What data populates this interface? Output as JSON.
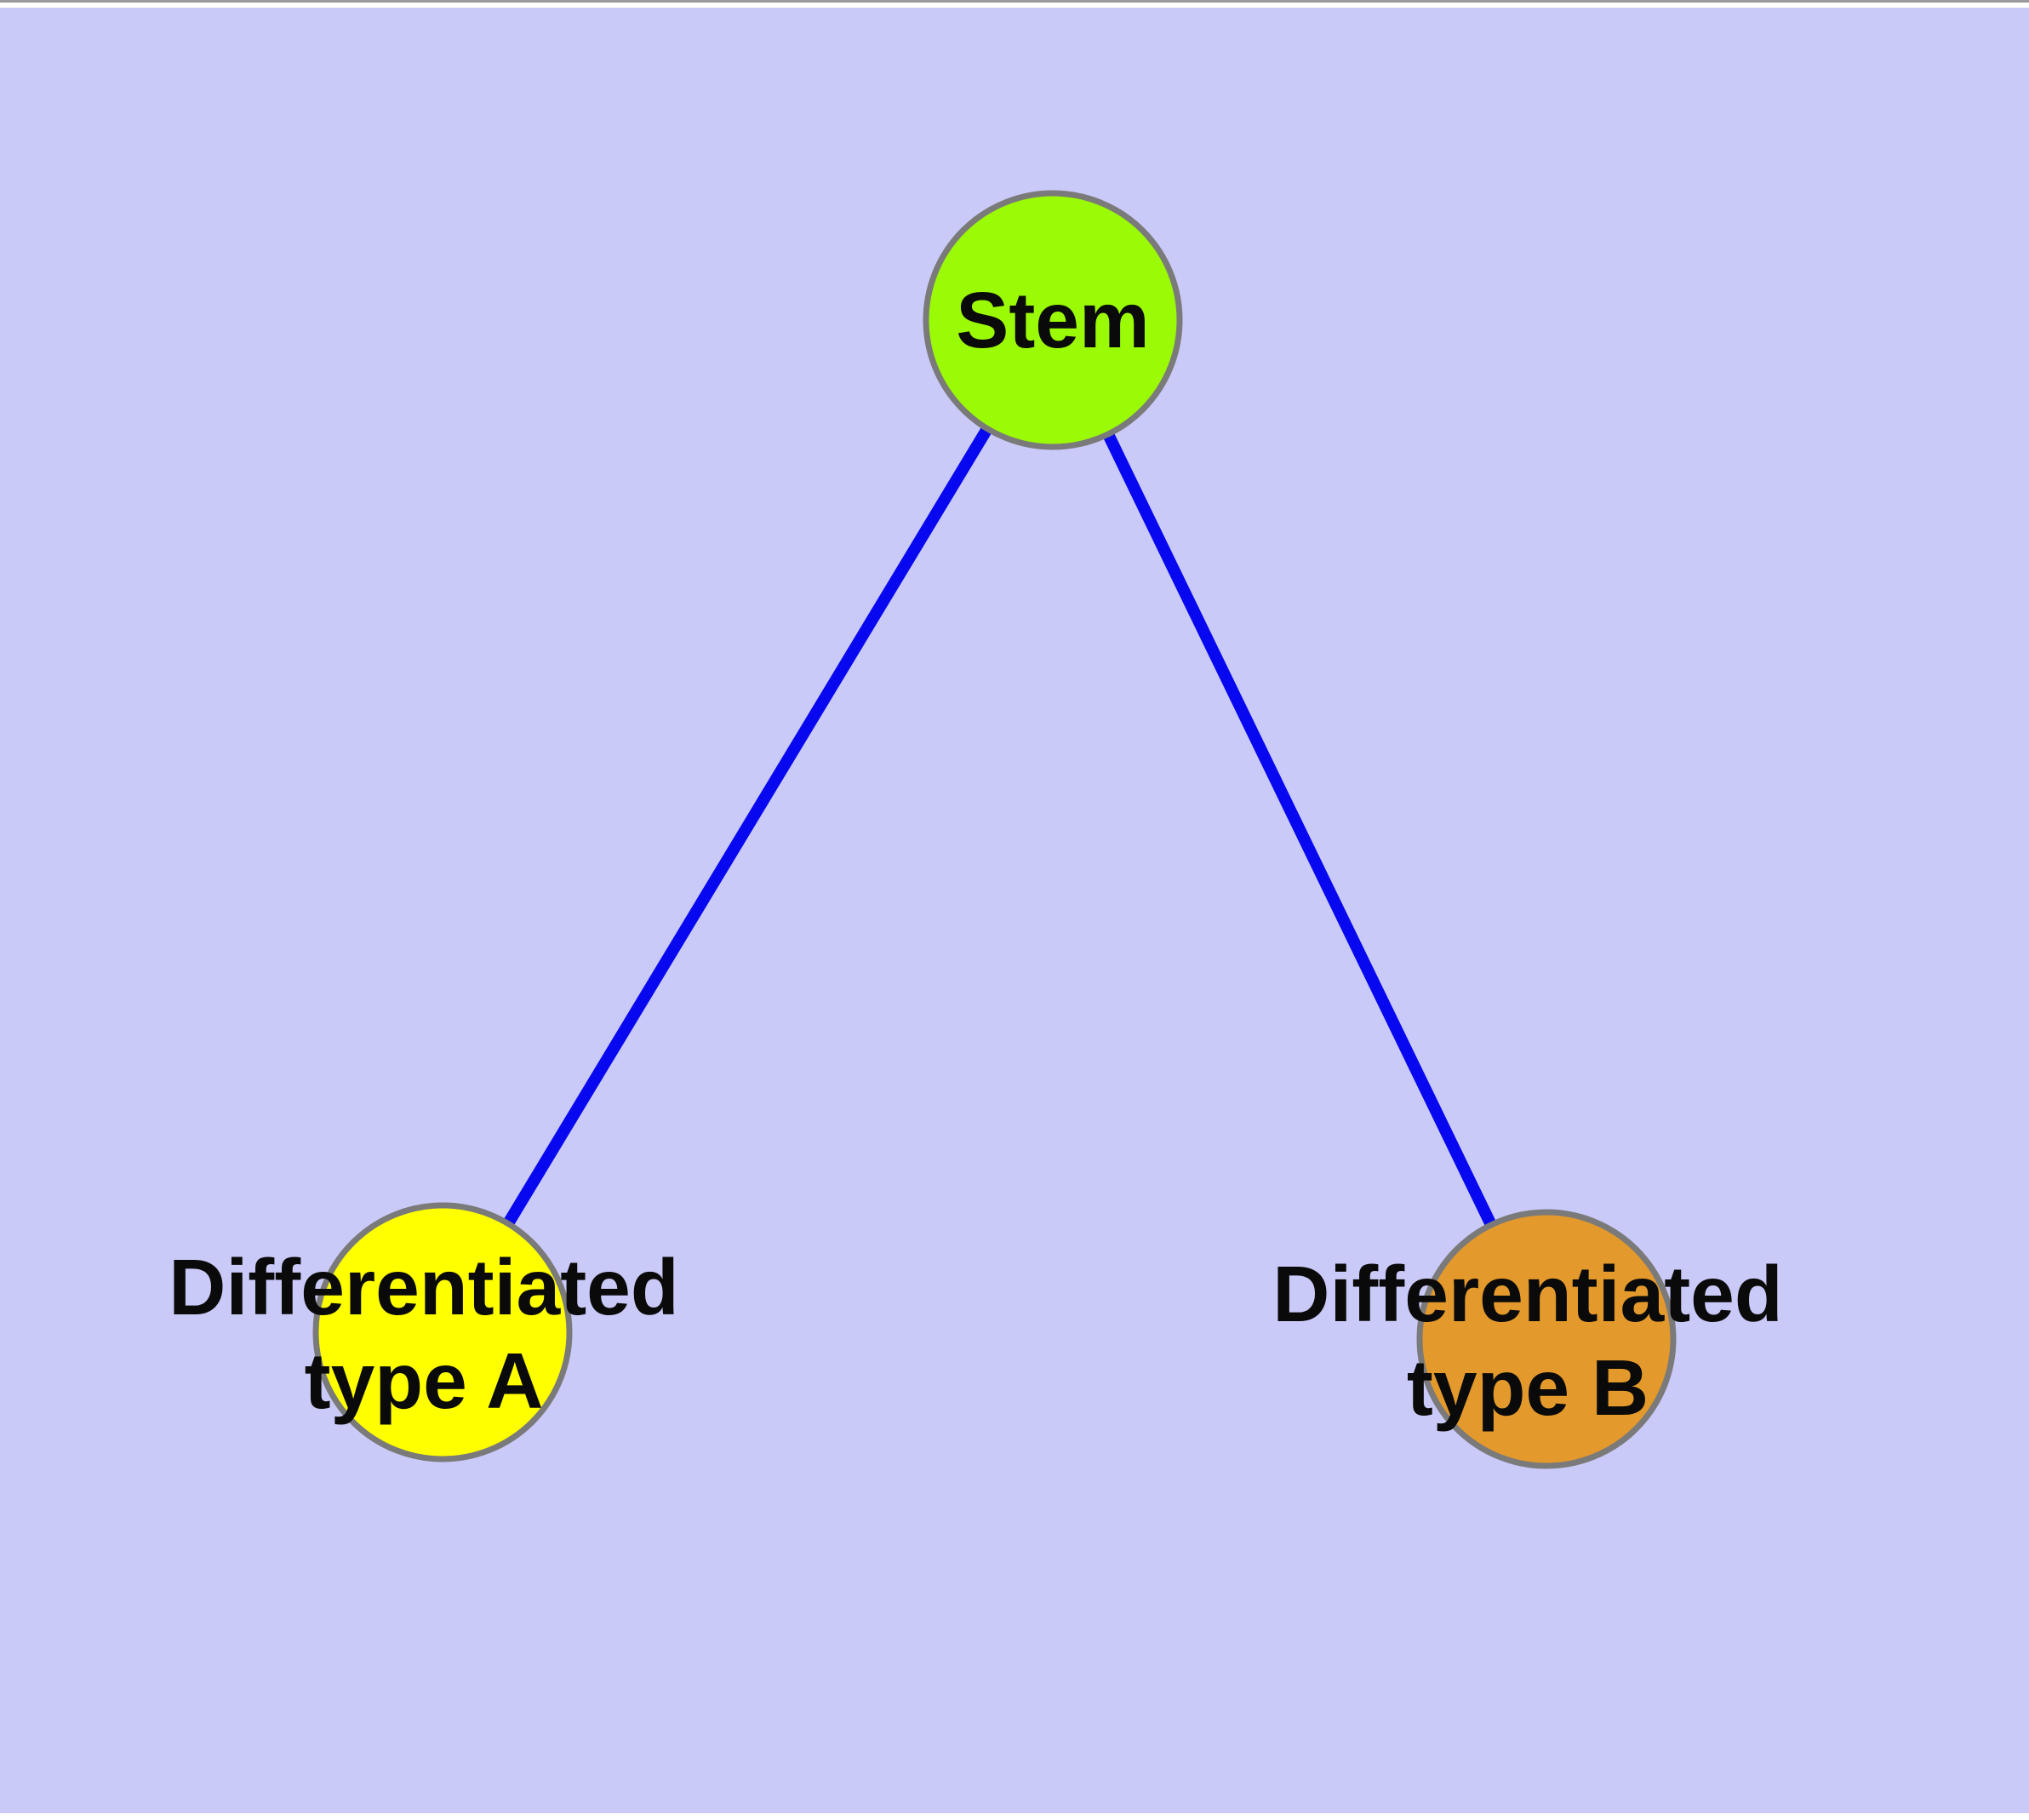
{
  "canvas": {
    "frame_color": "#ffffff",
    "top_hairline_color": "#9a9a9a",
    "background_color": "#cacaf8"
  },
  "graph": {
    "edge_color": "#0808f0",
    "node_border_color": "#7a7a7a",
    "nodes": [
      {
        "id": "stem",
        "label_line1": "Stem",
        "label_line2": "",
        "fill": "#9bfa05"
      },
      {
        "id": "type-a",
        "label_line1": "Differentiated",
        "label_line2": "type A",
        "fill": "#ffff00"
      },
      {
        "id": "type-b",
        "label_line1": "Differentiated",
        "label_line2": "type B",
        "fill": "#e3992b"
      }
    ],
    "edges": [
      {
        "from": "Stem",
        "to": "Differentiated type A"
      },
      {
        "from": "Stem",
        "to": "Differentiated type B"
      }
    ]
  }
}
